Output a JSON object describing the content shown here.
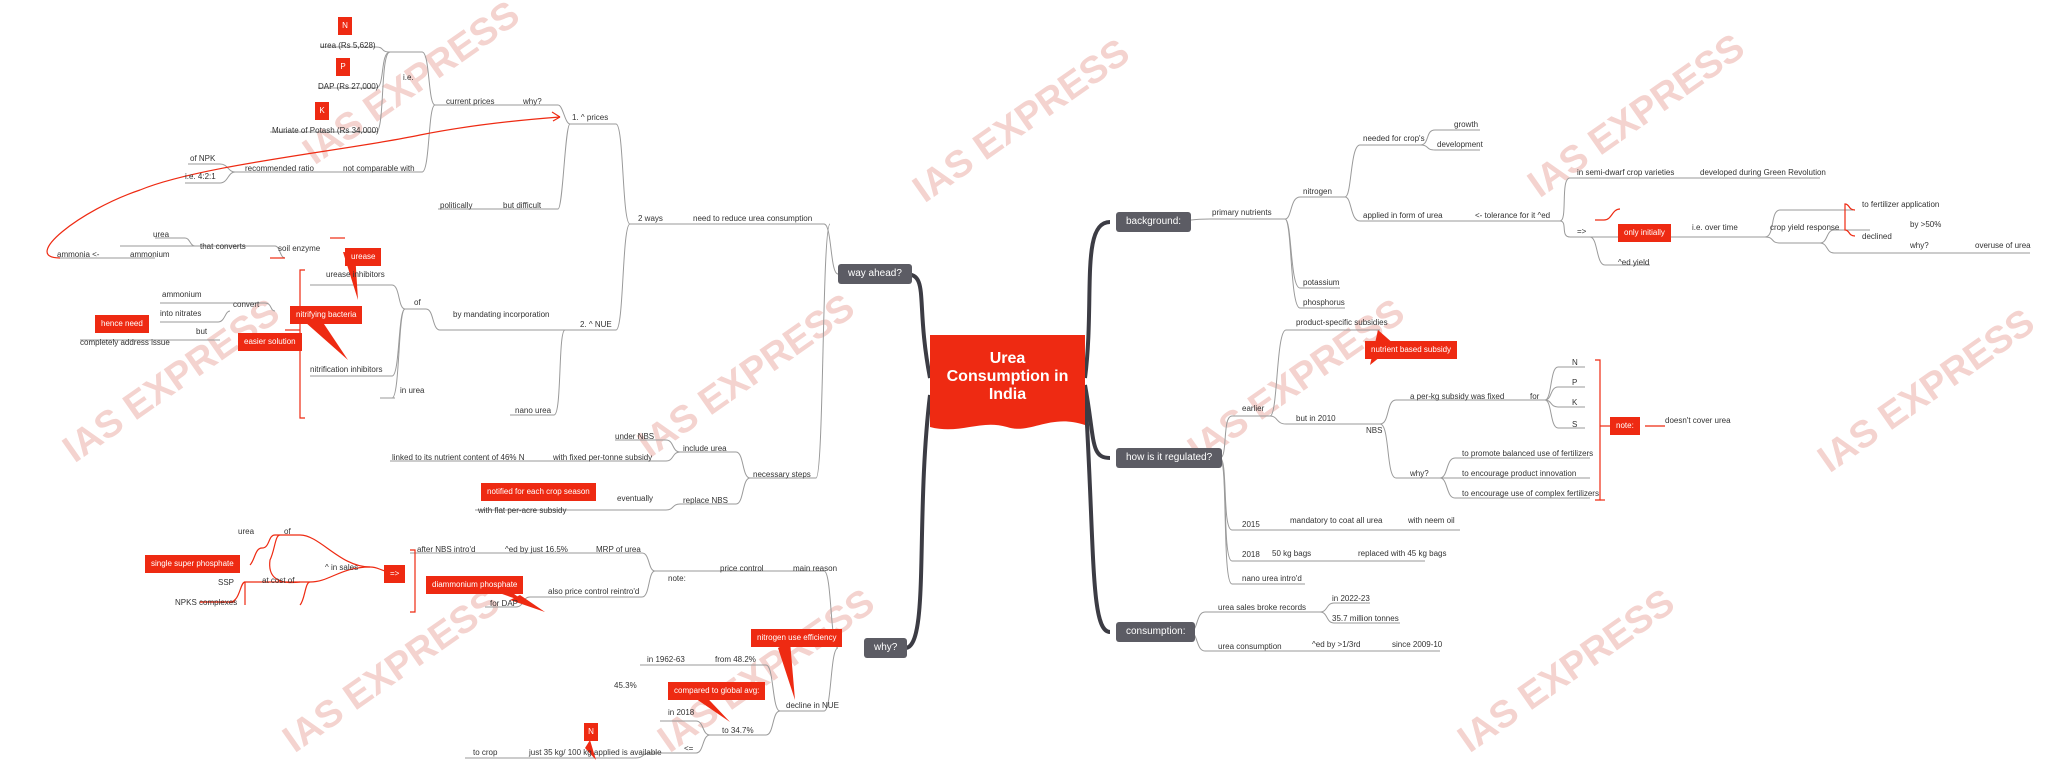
{
  "central_title": "Urea\nConsumption in\nIndia",
  "watermark": "IAS EXPRESS",
  "branches": {
    "background": "background:",
    "regulated": "how is it regulated?",
    "consumption": "consumption:",
    "way_ahead": "way ahead?",
    "why": "why?"
  },
  "background": {
    "primary_nutrients": "primary nutrients",
    "nitrogen": "nitrogen",
    "needed_for": "needed for crop's",
    "growth": "growth",
    "development": "development",
    "applied_urea": "applied in form of urea",
    "tolerance": "<- tolerance for it ^ed",
    "semi_dwarf": "in semi-dwarf crop varieties",
    "green_rev": "developed during Green Revolution",
    "arrow": "=>",
    "only_initially": "only initially",
    "ie_over_time": "i.e. over time",
    "crop_yield": "crop yield response",
    "to_fert": "to fertilizer application",
    "declined": "declined",
    "by50": "by >50%",
    "why": "why?",
    "overuse": "overuse of urea",
    "ed_yield": "^ed yield",
    "potassium": "potassium",
    "phosphorus": "phosphorus"
  },
  "regulated": {
    "earlier": "earlier",
    "product_specific": "product-specific subsidies",
    "but_2010": "but in 2010",
    "nbs_callout": "nutrient based subsidy",
    "nbs": "NBS",
    "per_kg": "a per-kg subsidy was fixed",
    "for": "for",
    "n": "N",
    "p": "P",
    "k": "K",
    "s": "S",
    "note": "note:",
    "doesnt_cover": "doesn't cover urea",
    "why": "why?",
    "balanced": "to promote balanced use of fertilizers",
    "innovation": "to encourage product innovation",
    "complex": "to encourage use of complex fertilizers",
    "y2015": "2015",
    "mandatory": "mandatory to coat all urea",
    "neem": "with neem oil",
    "y2018": "2018",
    "kg50": "50 kg bags",
    "kg45": "replaced with 45 kg bags",
    "nano": "nano urea intro'd"
  },
  "consumption": {
    "sales": "urea sales broke records",
    "y2022": "in 2022-23",
    "tonnes": "35.7 million tonnes",
    "urea_consumption": "urea consumption",
    "ed_third": "^ed by >1/3rd",
    "since": "since 2009-10"
  },
  "way_ahead": {
    "need_reduce": "need to reduce urea consumption",
    "two_ways": "2 ways",
    "prices": "1. ^ prices",
    "why": "why?",
    "current_prices": "current prices",
    "ie": "i.e.",
    "n_badge": "N",
    "urea_price": "urea (Rs 5,628)",
    "p_badge": "P",
    "dap_price": "DAP (Rs 27,000)",
    "k_badge": "K",
    "mop_price": "Muriate of Potash (Rs 34,000)",
    "not_comparable": "not comparable with",
    "recommended_ratio": "recommended ratio",
    "of_npk": "of NPK",
    "ratio": "i.e. 4:2:1",
    "but_difficult": "but difficult",
    "politically": "politically",
    "nue": "2. ^ NUE",
    "mandating": "by mandating incorporation",
    "of": "of",
    "urease_inhibitors": "urease inhibitors",
    "urease": "urease",
    "soil_enzyme": "soil enzyme",
    "that_converts": "that converts",
    "urea": "urea",
    "ammonium": "ammonium",
    "ammonia": "ammonia <-",
    "nitrification_inhibitors": "nitrification inhibitors",
    "nitrifying": "nitrifying bacteria",
    "convert": "convert",
    "ammonium2": "ammonium",
    "into_nitrates": "into nitrates",
    "easier": "easier solution",
    "but": "but",
    "complete": "completely address issue",
    "hence_need": "hence need",
    "in_urea": "in urea",
    "nano_urea": "nano urea",
    "necessary_steps": "necessary steps",
    "include_urea": "include urea",
    "under_nbs": "under NBS",
    "fixed_subsidy": "with fixed per-tonne subsidy",
    "linked": "linked to its nutrient content of 46% N",
    "replace_nbs": "replace NBS",
    "eventually": "eventually",
    "notified": "notified for each crop season",
    "flat": "with flat per-acre subsidy"
  },
  "why": {
    "main_reason": "main reason",
    "price_control": "price control",
    "note": "note:",
    "mrp": "MRP of urea",
    "after_nbs": "after NBS intro'd",
    "ed_165": "^ed by just 16.5%",
    "also_price": "also price control reintro'd",
    "for_dap": "for DAP",
    "dap_callout": "diammonium phosphate",
    "arrow": "=>",
    "in_sales": "^ in sales",
    "of": "of",
    "urea": "urea",
    "at_cost": "at cost of",
    "ssp_callout": "single super phosphate",
    "ssp": "SSP",
    "npks": "NPKS complexes",
    "decline_nue": "decline in NUE",
    "nue_callout": "nitrogen use efficiency",
    "in_1962": "in 1962-63",
    "from_482": "from 48.2%",
    "global_callout": "compared to global avg:",
    "pct453": "45.3%",
    "in_2018": "in 2018",
    "to_347": "to 34.7%",
    "arrow2": "<=",
    "n_badge": "N",
    "just35": "just 35 kg/ 100 kg applied is available",
    "to_crop": "to crop"
  },
  "colors": {
    "accent": "#ee2a12",
    "branch": "#5c5c64",
    "line": "#9a9a9a",
    "text": "#333333"
  }
}
